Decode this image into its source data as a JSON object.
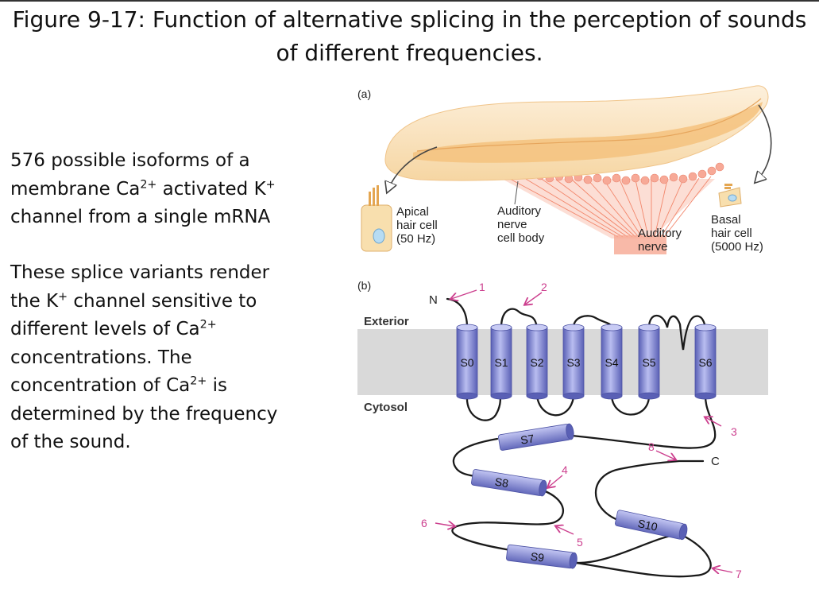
{
  "title": {
    "line1": "Figure 9-17: Function of alternative splicing in the perception of sounds",
    "line2": "of different frequencies."
  },
  "left_text": {
    "p1": {
      "a": "576 possible isoforms of a membrane Ca",
      "sup1": "2+",
      "b": " activated K",
      "sup2": "+",
      "c": " channel from a single mRNA"
    },
    "p2": {
      "a": "These splice variants render the K",
      "sup1": "+",
      "b": " channel sensitive to different levels of Ca",
      "sup2": "2+",
      "c": " concentrations. The concentration of Ca",
      "sup3": "2+",
      "d": " is determined by the frequency of the sound."
    }
  },
  "panel_a": {
    "label": "(a)",
    "apical": [
      "Apical",
      "hair cell",
      "(50 Hz)"
    ],
    "auditory_cell_body": [
      "Auditory",
      "nerve",
      "cell body"
    ],
    "auditory_nerve": [
      "Auditory",
      "nerve"
    ],
    "basal": [
      "Basal",
      "hair cell",
      "(5000 Hz)"
    ]
  },
  "panel_b": {
    "label": "(b)",
    "exterior": "Exterior",
    "cytosol": "Cytosol",
    "n_terminus": "N",
    "c_terminus": "C",
    "helices": [
      "S0",
      "S1",
      "S2",
      "S3",
      "S4",
      "S5",
      "S6"
    ],
    "cyto_helices": [
      "S7",
      "S8",
      "S9",
      "S10"
    ],
    "splice_sites": [
      "1",
      "2",
      "3",
      "4",
      "5",
      "6",
      "7",
      "8"
    ]
  },
  "colors": {
    "membrane": "#d9d9d9",
    "helix": "#8c91d6",
    "splice_arrow": "#cc3f8e",
    "cochlea": "#f7d8a8",
    "nerve": "#f2a58f"
  }
}
